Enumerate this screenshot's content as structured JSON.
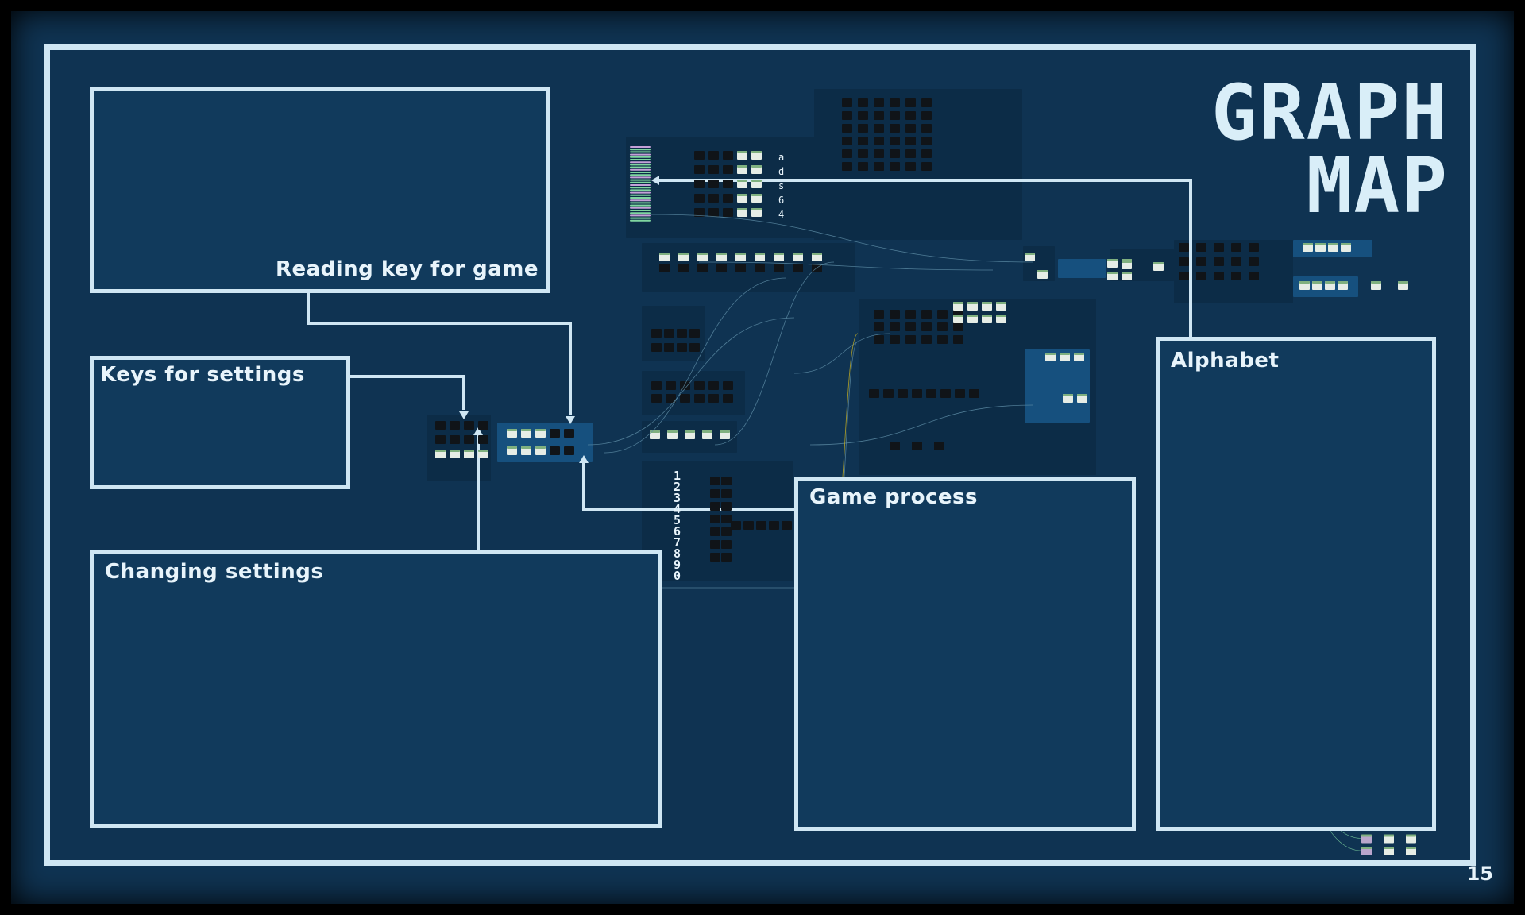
{
  "title_line1": "GRAPH",
  "title_line2": "MAP",
  "page_number": "15",
  "panels": {
    "reading_key": "Reading key for game",
    "keys_settings": "Keys for settings",
    "changing_settings": "Changing settings",
    "game_process": "Game process",
    "alphabet": "Alphabet"
  },
  "digit_labels": [
    "1",
    "2",
    "3",
    "4",
    "5",
    "6",
    "7",
    "8",
    "9",
    "0"
  ],
  "letter_labels": [
    "a",
    "d",
    "s",
    "6",
    "4"
  ],
  "colors": {
    "background": "#0f3352",
    "frame": "#cfe6f3",
    "group": "#16507e",
    "dark_group": "#0c2c47",
    "node_light": "#e6ede6",
    "node_purple": "#b9a6cc",
    "node_dark": "#101418",
    "node_orange": "#f0a020",
    "wire_green": "#7fd6a0"
  }
}
